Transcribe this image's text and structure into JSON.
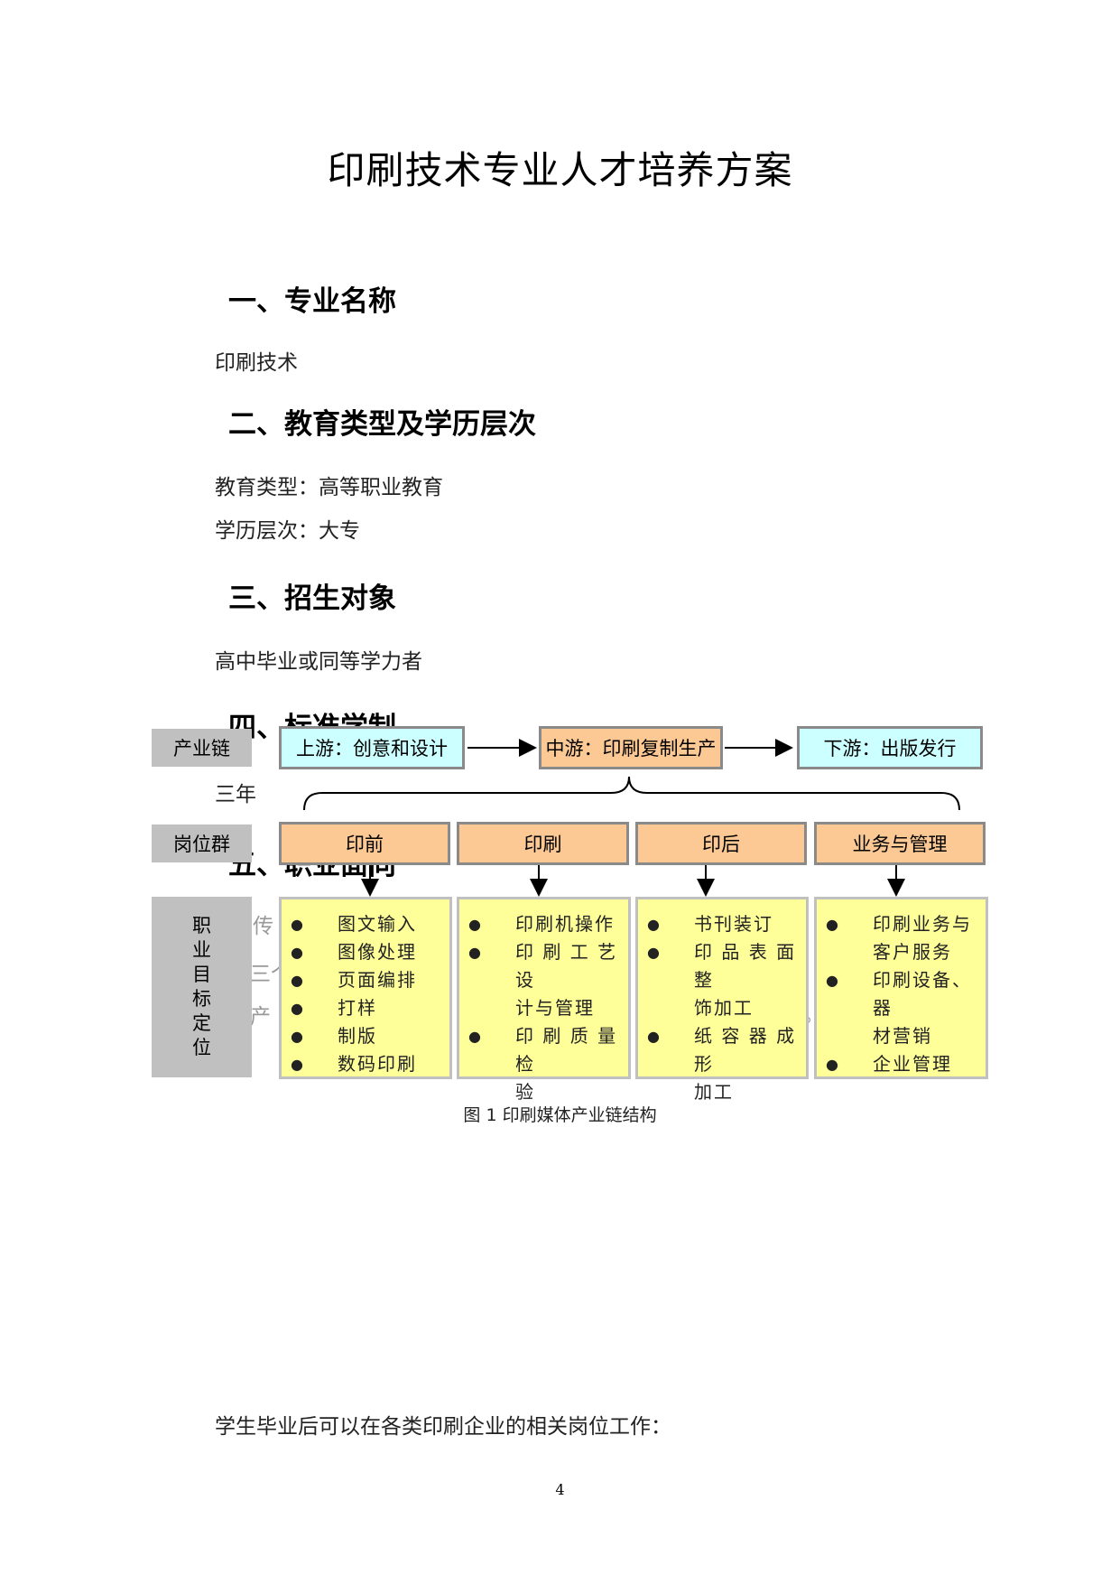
{
  "doc_title": "印刷技术专业人才培养方案",
  "sections": [
    {
      "heading": "一、专业名称",
      "lines": [
        "印刷技术"
      ]
    },
    {
      "heading": "二、教育类型及学历层次",
      "lines": [
        "教育类型：高等职业教育",
        "学历层次：大专"
      ]
    },
    {
      "heading": "三、招生对象",
      "lines": [
        "高中毕业或同等学力者"
      ]
    },
    {
      "heading": "四、标准学制",
      "lines": [
        "三年"
      ]
    },
    {
      "heading": "五、职业面向"
    }
  ],
  "diagram": {
    "rows": {
      "chain_label": "产业链",
      "jobs_label": "岗位群",
      "target_label": [
        "职",
        "业",
        "目",
        "标",
        "定",
        "位"
      ]
    },
    "chain": [
      "上游：创意和设计",
      "中游：印刷复制生产",
      "下游：出版发行"
    ],
    "job_groups": [
      "印前",
      "印刷",
      "印后",
      "业务与管理"
    ],
    "targets": [
      [
        "图文输入",
        "图像处理",
        "页面编排",
        "打样",
        "制版",
        "数码印刷"
      ],
      [
        "印刷机操作",
        "印刷工艺设计与管理",
        "印刷质量检验"
      ],
      [
        "书刊装订",
        "印品表面整饰加工",
        "纸容器成形加工"
      ],
      [
        "印刷业务与客户服务",
        "印刷设备、器材营销",
        "企业管理"
      ]
    ],
    "target_lines": [
      [
        [
          "图文输入"
        ],
        [
          "图像处理"
        ],
        [
          "页面编排"
        ],
        [
          "打样"
        ],
        [
          "制版"
        ],
        [
          "数码印刷"
        ]
      ],
      [
        [
          "印刷机操作"
        ],
        [
          "印 刷 工 艺 设",
          "计与管理"
        ],
        [
          "印 刷 质 量 检",
          "验"
        ]
      ],
      [
        [
          "书刊装订"
        ],
        [
          "印 品 表 面 整",
          "饰加工"
        ],
        [
          "纸 容 器 成 形",
          "加工"
        ]
      ],
      [
        [
          "印刷业务与",
          "客户服务"
        ],
        [
          "印刷设备、器",
          "材营销"
        ],
        [
          "企业管理"
        ]
      ]
    ],
    "bullet": "●",
    "caption": "图 1    印刷媒体产业链结构",
    "colors": {
      "upstream": "#ccffff",
      "job": "#fcc994",
      "target": "#ffff99",
      "label": "#c0c0c0"
    }
  },
  "hidden_text_fragments": [
    "刷传",
    "三个",
    "产",
    "。"
  ],
  "footer_text": "学生毕业后可以在各类印刷企业的相关岗位工作：",
  "page_number": "4"
}
